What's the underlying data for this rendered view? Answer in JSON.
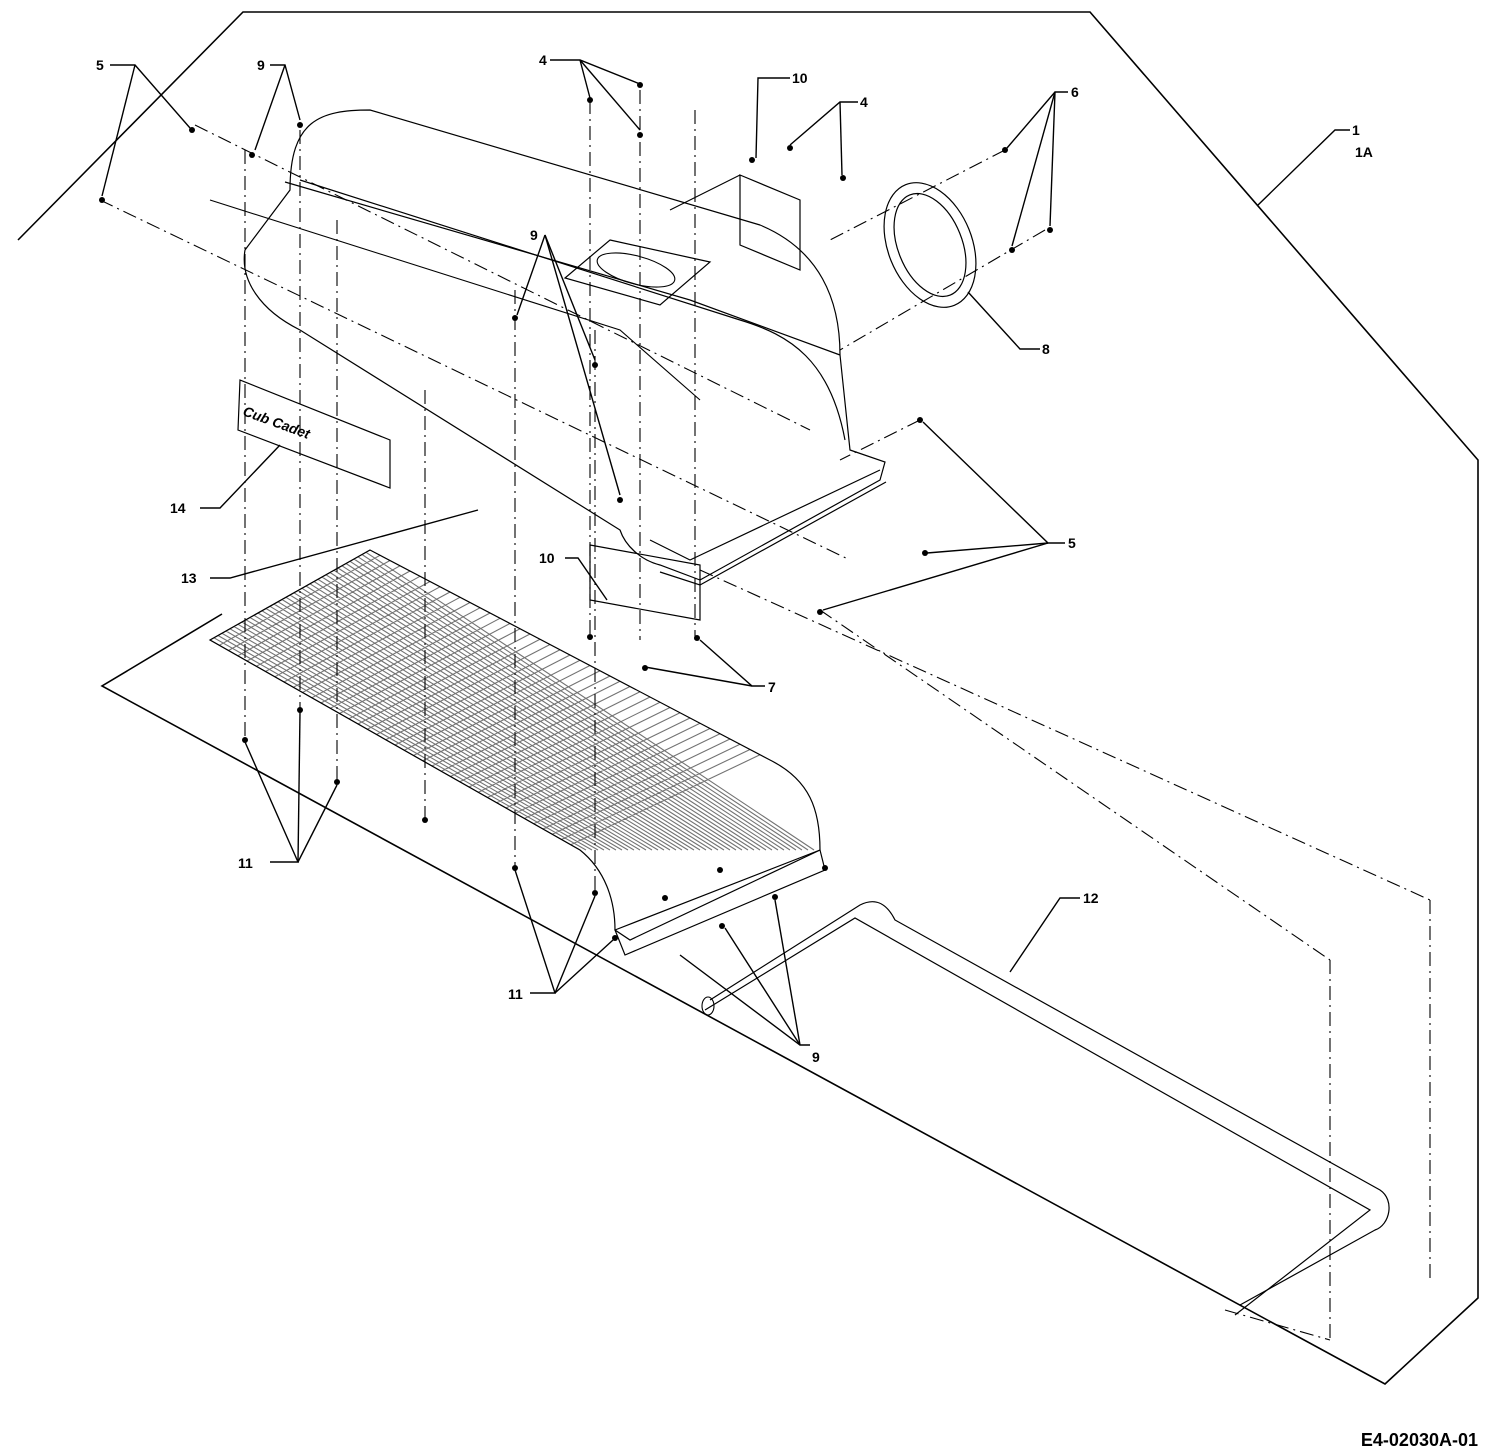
{
  "drawing": {
    "figure_id": "E4-02030A-01",
    "logo_text": "Cub Cadet"
  },
  "callouts": [
    {
      "id": "c1",
      "label": "1"
    },
    {
      "id": "c1a",
      "label": "1A"
    },
    {
      "id": "c4a",
      "label": "4"
    },
    {
      "id": "c4b",
      "label": "4"
    },
    {
      "id": "c5a",
      "label": "5"
    },
    {
      "id": "c5b",
      "label": "5"
    },
    {
      "id": "c6",
      "label": "6"
    },
    {
      "id": "c7",
      "label": "7"
    },
    {
      "id": "c8",
      "label": "8"
    },
    {
      "id": "c9a",
      "label": "9"
    },
    {
      "id": "c9b",
      "label": "9"
    },
    {
      "id": "c9c",
      "label": "9"
    },
    {
      "id": "c10a",
      "label": "10"
    },
    {
      "id": "c10b",
      "label": "10"
    },
    {
      "id": "c11a",
      "label": "11"
    },
    {
      "id": "c11b",
      "label": "11"
    },
    {
      "id": "c12",
      "label": "12"
    },
    {
      "id": "c13",
      "label": "13"
    },
    {
      "id": "c14",
      "label": "14"
    }
  ]
}
